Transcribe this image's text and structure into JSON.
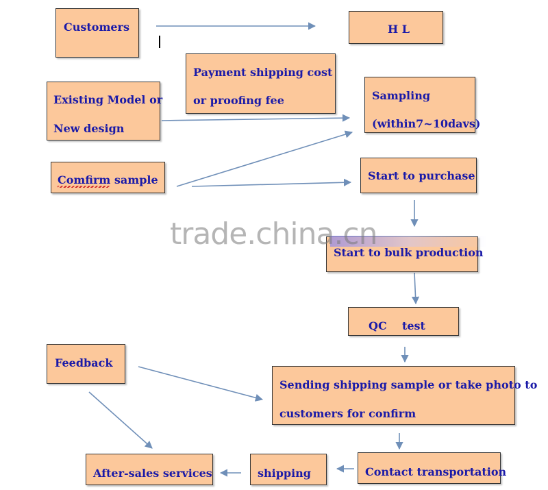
{
  "colors": {
    "box_fill": "#fcc89b",
    "box_text": "#1a1aa8",
    "arrow": "#6f8fb8"
  },
  "boxes": {
    "customers": "Customers",
    "hl": "H L",
    "payment_line1": "Payment  shipping  cost",
    "payment_line2": "or proofing fee",
    "existing_line1": "Existing Model or",
    "existing_line2": "New design",
    "sampling_line1": "Sampling",
    "sampling_line2": "(within7~10davs)",
    "confirm_sample": "Comfirm sample",
    "start_purchase": "Start to purchase",
    "bulk_production": "Start to bulk production",
    "qc_test": "QC    test",
    "feedback": "Feedback",
    "sending_line1": "Sending shipping sample or take photo to",
    "sending_line2": "customers for confirm",
    "after_sales": "After-sales services",
    "shipping": "shipping",
    "contact_transport": "Contact transportation"
  },
  "watermark": "trade.china.cn"
}
